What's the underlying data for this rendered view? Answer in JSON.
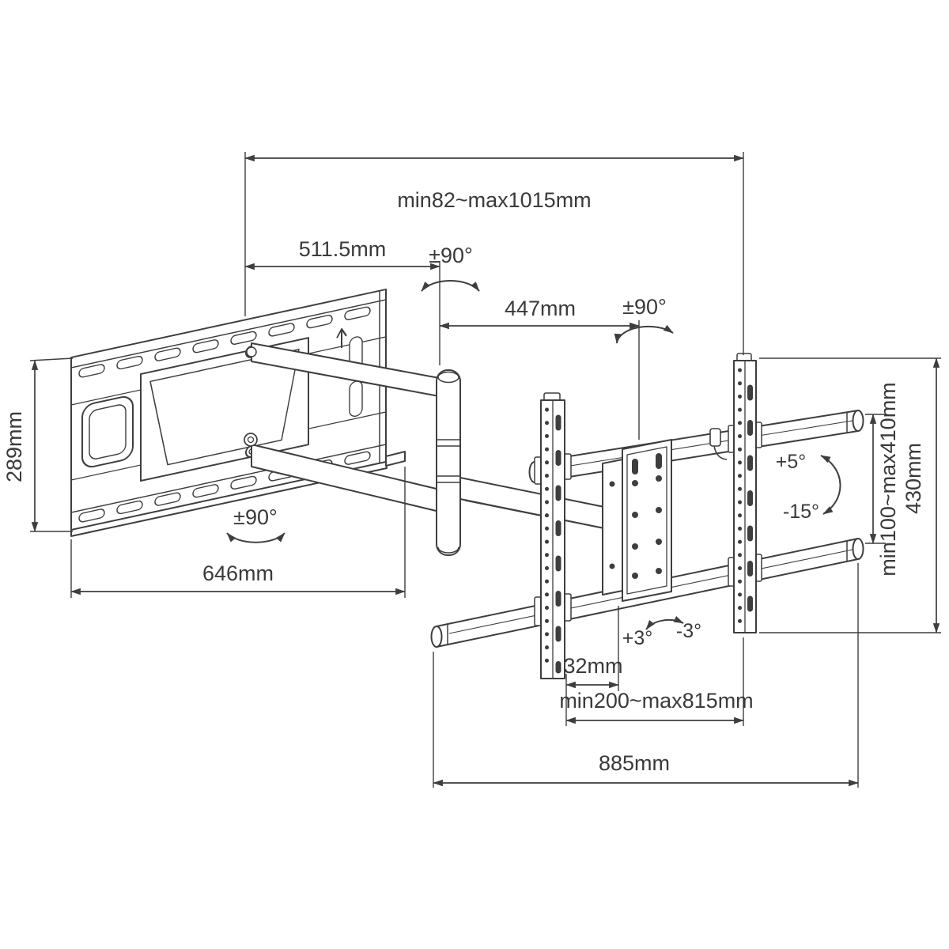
{
  "diagram": {
    "subject": "full-motion-tv-wall-mount-dimension-drawing",
    "line_color": "#3e3e3e",
    "background": "#ffffff",
    "labels": {
      "extension_range": "min82~max1015mm",
      "upper_arm_length": "511.5mm",
      "mid_arm_length": "447mm",
      "swivel_top": "±90°",
      "swivel_right": "±90°",
      "swivel_bottom": "±90°",
      "wall_plate_height": "289mm",
      "wall_plate_width": "646mm",
      "rail_vertical_range": "min100~max410mm",
      "bracket_height": "430mm",
      "tilt_up": "+5°",
      "tilt_down": "-15°",
      "level_plus": "+3°",
      "level_minus": "-3°",
      "bracket_offset": "32mm",
      "bracket_span": "min200~max815mm",
      "rail_length": "885mm"
    }
  }
}
